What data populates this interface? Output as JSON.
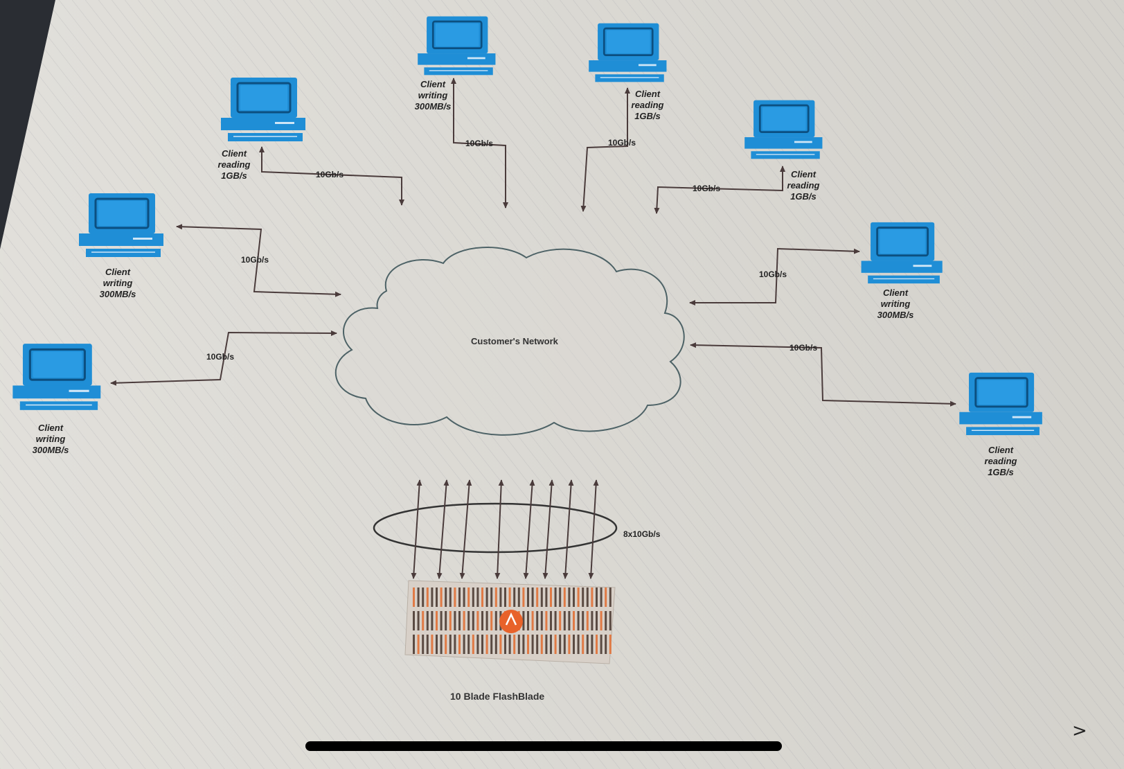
{
  "diagram": {
    "network_label": "Customer's Network",
    "storage_label": "10 Blade FlashBlade",
    "storage_links_label": "8x10Gb/s",
    "link_label": "10Gb/s",
    "clients": [
      {
        "line1": "Client",
        "line2": "writing",
        "line3": "300MB/s"
      },
      {
        "line1": "Client",
        "line2": "reading",
        "line3": "1GB/s"
      },
      {
        "line1": "Client",
        "line2": "writing",
        "line3": "300MB/s"
      },
      {
        "line1": "Client",
        "line2": "reading",
        "line3": "1GB/s"
      },
      {
        "line1": "Client",
        "line2": "reading",
        "line3": "1GB/s"
      },
      {
        "line1": "Client",
        "line2": "writing",
        "line3": "300MB/s"
      },
      {
        "line1": "Client",
        "line2": "reading",
        "line3": "1GB/s"
      },
      {
        "line1": "Client",
        "line2": "writing",
        "line3": "300MB/s"
      }
    ]
  },
  "viewer": {
    "next_arrow": ">"
  },
  "colors": {
    "computer_blue": "#1f8ed6",
    "connector": "#4a3b3b",
    "storage_accent": "#e8622a"
  },
  "icons": [
    "computer-icon",
    "cloud-icon",
    "storage-array-icon",
    "chevron-right-icon"
  ]
}
